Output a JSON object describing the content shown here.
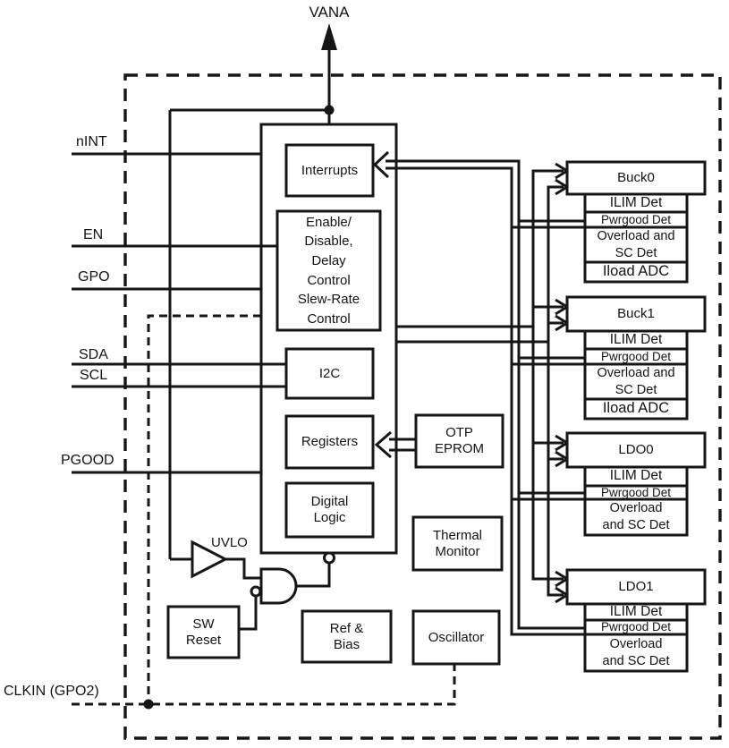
{
  "figure": {
    "power_rail": "VANA"
  },
  "pins": {
    "nint": "nINT",
    "en": "EN",
    "gpo": "GPO",
    "sda": "SDA",
    "scl": "SCL",
    "pgood": "PGOOD",
    "clkin": "CLKIN (GPO2)"
  },
  "core": {
    "interrupts": "Interrupts",
    "enable_block": "Enable/\nDisable,\nDelay\nControl\nSlew-Rate\nControl",
    "i2c": "I2C",
    "registers": "Registers",
    "digital_logic": "Digital\nLogic"
  },
  "support": {
    "otp": "OTP\nEPROM",
    "thermal": "Thermal\nMonitor",
    "ref_bias": "Ref &\nBias",
    "oscillator": "Oscillator",
    "sw_reset": "SW\nReset",
    "uvlo": "UVLO"
  },
  "output_blocks": [
    {
      "name": "Buck0",
      "sub_blocks": [
        "ILIM Det",
        "Pwrgood Det",
        "Overload and\nSC Det",
        "Iload ADC"
      ]
    },
    {
      "name": "Buck1",
      "sub_blocks": [
        "ILIM Det",
        "Pwrgood Det",
        "Overload and\nSC Det",
        "Iload ADC"
      ]
    },
    {
      "name": "LDO0",
      "sub_blocks": [
        "ILIM Det",
        "Pwrgood Det",
        "Overload\nand SC Det"
      ]
    },
    {
      "name": "LDO1",
      "sub_blocks": [
        "ILIM Det",
        "Pwrgood Det",
        "Overload\nand SC Det"
      ]
    }
  ],
  "colors": {
    "line": "#161616",
    "background": "#ffffff"
  }
}
